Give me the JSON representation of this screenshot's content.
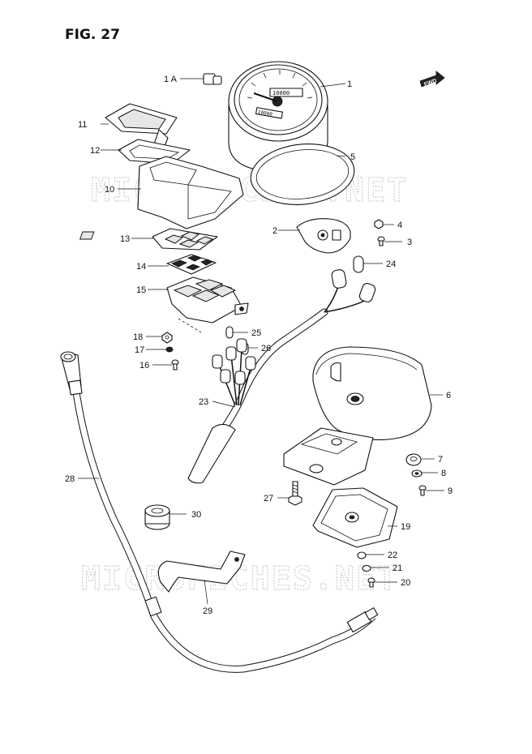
{
  "figure": {
    "title": "FIG. 27",
    "fwd_label": "FWD",
    "dial_texts": [
      "10000",
      "10000"
    ]
  },
  "watermarks": [
    "MICROFICHES.NET",
    "MICROFICHES.NET"
  ],
  "parts": [
    {
      "id": "1A",
      "label": "1 A"
    },
    {
      "id": "1",
      "label": "1"
    },
    {
      "id": "5",
      "label": "5"
    },
    {
      "id": "11",
      "label": "11"
    },
    {
      "id": "12",
      "label": "12"
    },
    {
      "id": "10",
      "label": "10"
    },
    {
      "id": "2",
      "label": "2"
    },
    {
      "id": "4",
      "label": "4"
    },
    {
      "id": "3",
      "label": "3"
    },
    {
      "id": "13",
      "label": "13"
    },
    {
      "id": "14",
      "label": "14"
    },
    {
      "id": "24",
      "label": "24"
    },
    {
      "id": "15",
      "label": "15"
    },
    {
      "id": "18",
      "label": "18"
    },
    {
      "id": "25",
      "label": "25"
    },
    {
      "id": "17",
      "label": "17"
    },
    {
      "id": "26",
      "label": "26"
    },
    {
      "id": "16",
      "label": "16"
    },
    {
      "id": "6",
      "label": "6"
    },
    {
      "id": "23",
      "label": "23"
    },
    {
      "id": "28",
      "label": "28"
    },
    {
      "id": "7",
      "label": "7"
    },
    {
      "id": "8",
      "label": "8"
    },
    {
      "id": "9",
      "label": "9"
    },
    {
      "id": "27",
      "label": "27"
    },
    {
      "id": "30",
      "label": "30"
    },
    {
      "id": "19",
      "label": "19"
    },
    {
      "id": "22",
      "label": "22"
    },
    {
      "id": "21",
      "label": "21"
    },
    {
      "id": "20",
      "label": "20"
    },
    {
      "id": "29",
      "label": "29"
    }
  ]
}
